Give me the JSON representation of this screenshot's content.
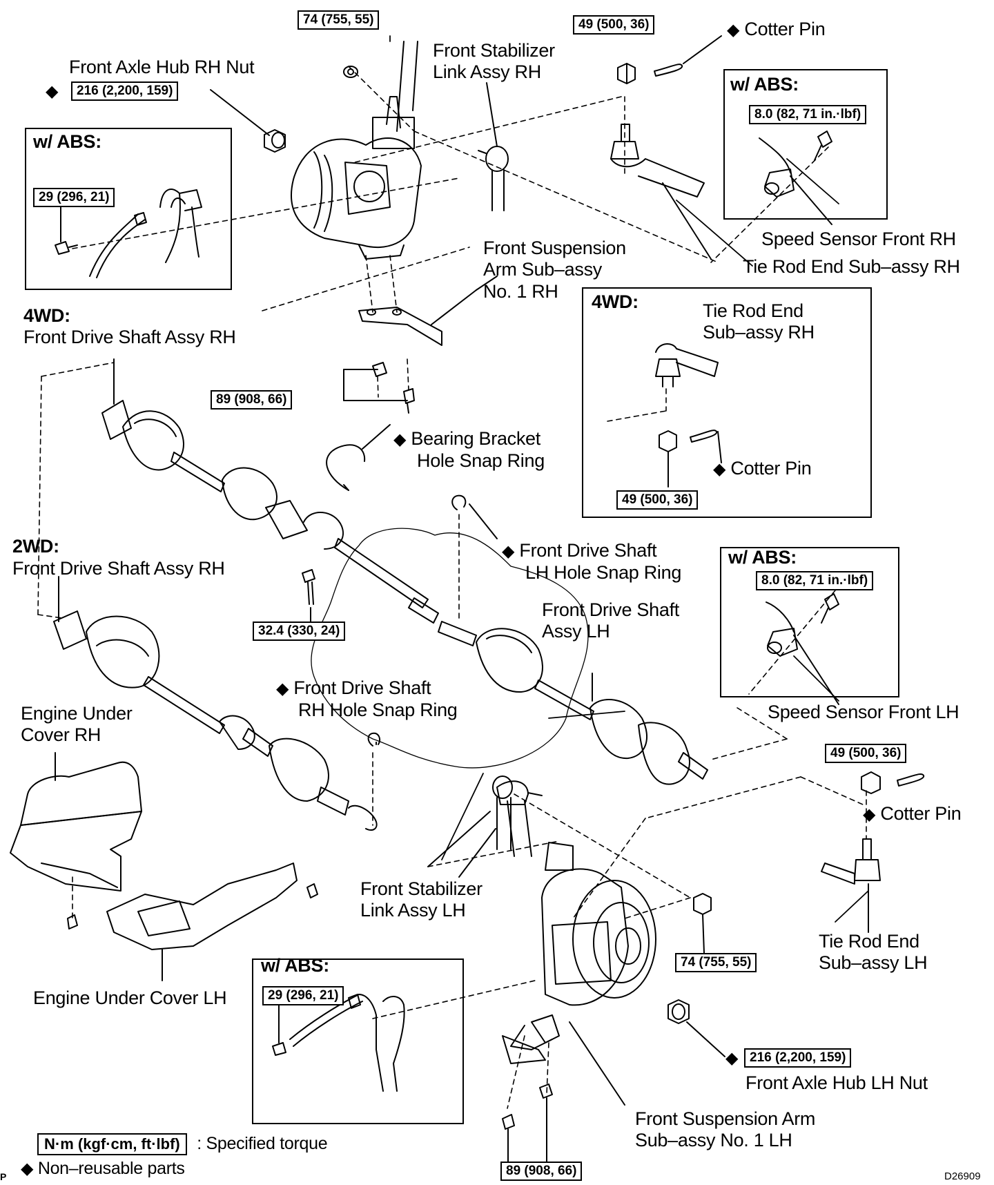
{
  "figure_code": "D26909",
  "torque_boxes": {
    "rh_nut_upper": "74 (755, 55)",
    "tie_rod_nut_rh": "49 (500, 36)",
    "hub_nut_rh": "216 (2,200, 159)",
    "abs_sensor_rh": "8.0 (82, 71 in.·lbf)",
    "abs_bracket_rh": "29 (296, 21)",
    "arm_bolt_rh": "89 (908, 66)",
    "tie_rod_nut_4wd": "49 (500, 36)",
    "bearing_bracket_bolt": "32.4 (330, 24)",
    "abs_sensor_lh": "8.0 (82, 71 in.·lbf)",
    "tie_rod_nut_lh": "49 (500, 36)",
    "lh_nut_lower": "74 (755, 55)",
    "abs_bracket_lh": "29 (296, 21)",
    "hub_nut_lh": "216 (2,200, 159)",
    "arm_bolt_lh": "89 (908, 66)"
  },
  "labels": {
    "cotter_pin_top": "Cotter Pin",
    "front_axle_hub_rh_nut": "Front Axle Hub RH Nut",
    "stabilizer_rh_1": "Front Stabilizer",
    "stabilizer_rh_2": "Link Assy RH",
    "speed_sensor_rh": "Speed Sensor Front RH",
    "tie_rod_end_rh": "Tie Rod End Sub–assy RH",
    "susp_arm_rh_1": "Front Suspension",
    "susp_arm_rh_2": "Arm Sub–assy",
    "susp_arm_rh_3": "No. 1 RH",
    "wd4_label": "4WD:",
    "wd4_shaft": "Front Drive Shaft Assy RH",
    "box_4wd_title": "4WD:",
    "box_4wd_tre_1": "Tie Rod End",
    "box_4wd_tre_2": "Sub–assy RH",
    "box_4wd_cotter": "Cotter Pin",
    "bearing_snap_1": "Bearing Bracket",
    "bearing_snap_2": "Hole Snap Ring",
    "wd2_label": "2WD:",
    "wd2_shaft": "Front Drive Shaft Assy RH",
    "lh_snap_1": "Front Drive Shaft",
    "lh_snap_2": "LH Hole Snap Ring",
    "lh_shaft_1": "Front Drive Shaft",
    "lh_shaft_2": "Assy LH",
    "speed_sensor_lh": "Speed Sensor Front LH",
    "rh_snap_1": "Front Drive Shaft",
    "rh_snap_2": "RH Hole Snap Ring",
    "engine_cover_rh_1": "Engine Under",
    "engine_cover_rh_2": "Cover RH",
    "cotter_pin_lh": "Cotter Pin",
    "stabilizer_lh_1": "Front Stabilizer",
    "stabilizer_lh_2": "Link Assy LH",
    "tie_rod_end_lh_1": "Tie Rod End",
    "tie_rod_end_lh_2": "Sub–assy LH",
    "engine_cover_lh": "Engine Under Cover LH",
    "front_axle_hub_lh_nut": "Front Axle Hub LH Nut",
    "susp_arm_lh_1": "Front Suspension Arm",
    "susp_arm_lh_2": "Sub–assy No. 1 LH",
    "abs_title_1": "w/ ABS:",
    "abs_title_2": "w/ ABS:",
    "abs_title_3": "w/ ABS:",
    "abs_title_4": "w/ ABS:"
  },
  "legend": {
    "torque_unit": "N·m (kgf·cm, ft·lbf)",
    "torque_desc": ": Specified torque",
    "nonreusable": "Non–reusable parts",
    "marker": "P"
  },
  "symbols": {
    "diamond": "◆"
  }
}
